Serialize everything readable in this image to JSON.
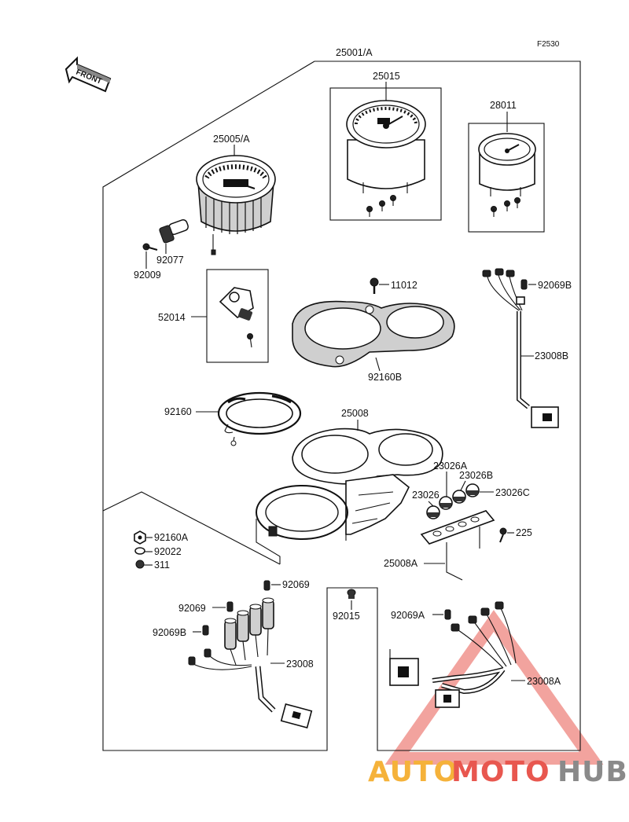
{
  "diagram": {
    "ref_code": "F2530",
    "front_label": "FRONT",
    "parts": {
      "p25001A": "25001/A",
      "p25015": "25015",
      "p28011": "28011",
      "p25005A": "25005/A",
      "p92077": "92077",
      "p92009": "92009",
      "p11012": "11012",
      "p92069B_top": "92069B",
      "p52014": "52014",
      "p92160B": "92160B",
      "p23008B": "23008B",
      "p92160": "92160",
      "p25008": "25008",
      "p23026A": "23026A",
      "p23026B": "23026B",
      "p23026": "23026",
      "p23026C": "23026C",
      "p225": "225",
      "p92160A": "92160A",
      "p92022": "92022",
      "p311": "311",
      "p25008A": "25008A",
      "p92069_top": "92069",
      "p92069_left": "92069",
      "p92069B_left": "92069B",
      "p92015": "92015",
      "p92069A": "92069A",
      "p23008": "23008",
      "p23008A": "23008A"
    }
  },
  "watermark": {
    "part1": "AUTO",
    "part2": "MOTO",
    "part3": "HUB",
    "colors": {
      "auto": "#f5b23a",
      "moto": "#e8574f",
      "hub": "#8a8a8a",
      "triangle": "#e8574f"
    }
  }
}
